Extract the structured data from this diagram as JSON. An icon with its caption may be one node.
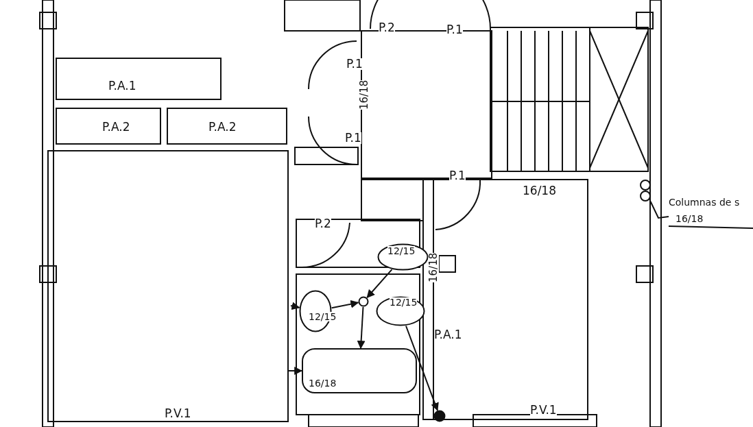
{
  "diagram": {
    "nodes": [
      {
        "text": [
          "12/15"
        ]
      },
      {
        "text": [
          "12/15"
        ]
      },
      {
        "text": [
          "12/15"
        ]
      },
      {
        "text": [
          "16/18"
        ]
      },
      {
        "text": [],
        "shape": "circle"
      },
      {
        "text": [],
        "shape": "circle"
      },
      {
        "text": [
          "Columnas de s",
          "16/18"
        ]
      },
      {
        "text": [],
        "shape": "circle"
      }
    ],
    "edges": [
      {
        "from": 0,
        "to": 4,
        "arrow": "to"
      },
      {
        "from": 2,
        "to": 4,
        "arrow": "to"
      },
      {
        "from": 4,
        "to": 3,
        "arrow": "to"
      },
      {
        "from": 1,
        "to": 5,
        "arrow": "to"
      },
      {
        "from": null,
        "to": 3,
        "arrow": "to"
      },
      {
        "from": null,
        "to": 2,
        "arrow": "to"
      },
      {
        "from": 6,
        "to": 7,
        "arrow": "none"
      }
    ],
    "labels": [
      "P.2",
      "P.1",
      "P.1",
      "P.A.1",
      "16/18",
      "P.A.2",
      "P.A.2",
      "P.1",
      "P.1",
      "16/18",
      "P.2",
      "16/18",
      "P.A.1",
      "P.V.1",
      "P.V.1"
    ]
  }
}
